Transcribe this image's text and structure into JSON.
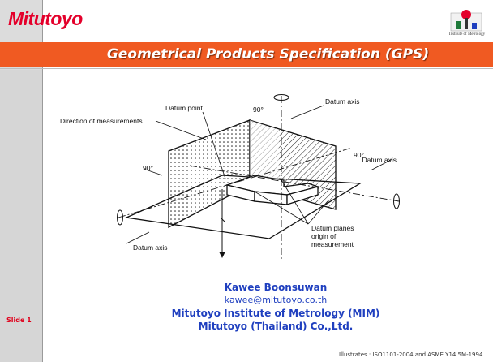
{
  "header": {
    "brand": "Mitutoyo",
    "institute_logo_text": "Institute of Metrology",
    "title": "Geometrical Products Specification (GPS)"
  },
  "diagram": {
    "labels": {
      "datum_point": "Datum point",
      "angle_top": "90°",
      "datum_axis_top": "Datum axis",
      "direction": "Direction of measurements",
      "angle_right": "90°",
      "datum_axis_right": "Datum axis",
      "angle_left": "90°",
      "datum_planes_1": "Datum planes",
      "datum_planes_2": "origin of",
      "datum_planes_3": "measurement",
      "datum_axis_left": "Datum axis"
    }
  },
  "credits": {
    "name": "Kawee Boonsuwan",
    "email": "kawee@mitutoyo.co.th",
    "institute": "Mitutoyo Institute of Metrology (MIM)",
    "company": "Mitutoyo (Thailand) Co.,Ltd."
  },
  "slide_label": "Slide 1",
  "footer": "Illustrates : ISO1101-2004 and ASME Y14.5M-1994",
  "colors": {
    "banner": "#f05a22",
    "credits": "#1f3fbf",
    "brand": "#e4002b"
  }
}
